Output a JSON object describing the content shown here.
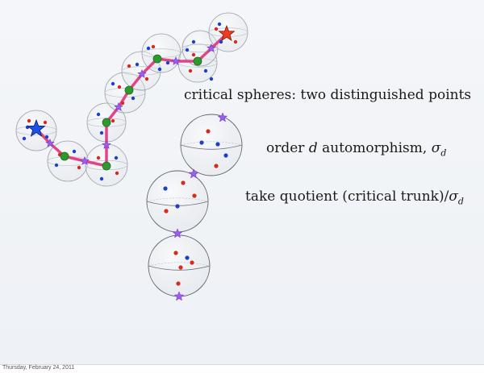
{
  "captions": {
    "critical_spheres": "critical spheres: two distinguished points",
    "automorphism_prefix": "order ",
    "automorphism_var": "d",
    "automorphism_mid": " automorphism, ",
    "automorphism_sigma": "σ",
    "automorphism_sub": "d",
    "quotient_prefix": "take quotient (critical trunk)/",
    "quotient_sigma": "σ",
    "quotient_sub": "d"
  },
  "footer": {
    "date": "Thursday, February 24, 2011"
  },
  "colors": {
    "blue_dot": "#1f3fc8",
    "red_dot": "#d62a1a",
    "green_node": "#2e9a2e",
    "purple_star": "#9b5cf0",
    "pink_path": "#e0458a",
    "big_blue_star": "#1e52e6",
    "big_red_star": "#ef3b22"
  }
}
